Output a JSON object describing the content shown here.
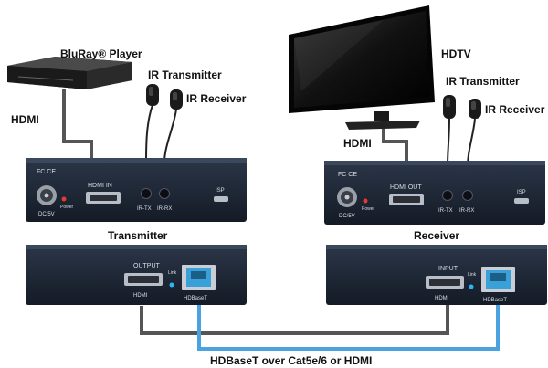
{
  "labels": {
    "bluray": "BluRay® Player",
    "ir_tx_left": "IR Transmitter",
    "ir_rx_left": "IR Receiver",
    "hdmi_left": "HDMI",
    "hdtv": "HDTV",
    "ir_tx_right": "IR Transmitter",
    "ir_rx_right": "IR Receiver",
    "hdmi_right": "HDMI",
    "transmitter": "Transmitter",
    "receiver": "Receiver",
    "cable": "HDBaseT over Cat5e/6 or HDMI"
  },
  "front_panels": {
    "transmitter": {
      "fcce": "FC CE",
      "power_jack": "DC/5V",
      "power_led": "Power",
      "hdmi_port": "HDMI IN",
      "ir_tx": "IR-TX",
      "ir_rx": "IR-RX",
      "isp": "ISP"
    },
    "receiver": {
      "fcce": "FC CE",
      "power_jack": "DC/5V",
      "power_led": "Power",
      "hdmi_port": "HDMI OUT",
      "ir_tx": "IR-TX",
      "ir_rx": "IR-RX",
      "isp": "ISP"
    }
  },
  "rear_panels": {
    "transmitter": {
      "group_label": "OUTPUT",
      "hdmi_label": "HDMI",
      "link_label": "Link",
      "hdbaset_label": "HDBaseT"
    },
    "receiver": {
      "group_label": "INPUT",
      "hdmi_label": "HDMI",
      "link_label": "Link",
      "hdbaset_label": "HDBaseT"
    }
  },
  "colors": {
    "device_body": "#1f2937",
    "hdmi_cable": "#555555",
    "cat_cable": "#4aa3e0",
    "led_red": "#e53935",
    "led_blue": "#29b6f6"
  }
}
